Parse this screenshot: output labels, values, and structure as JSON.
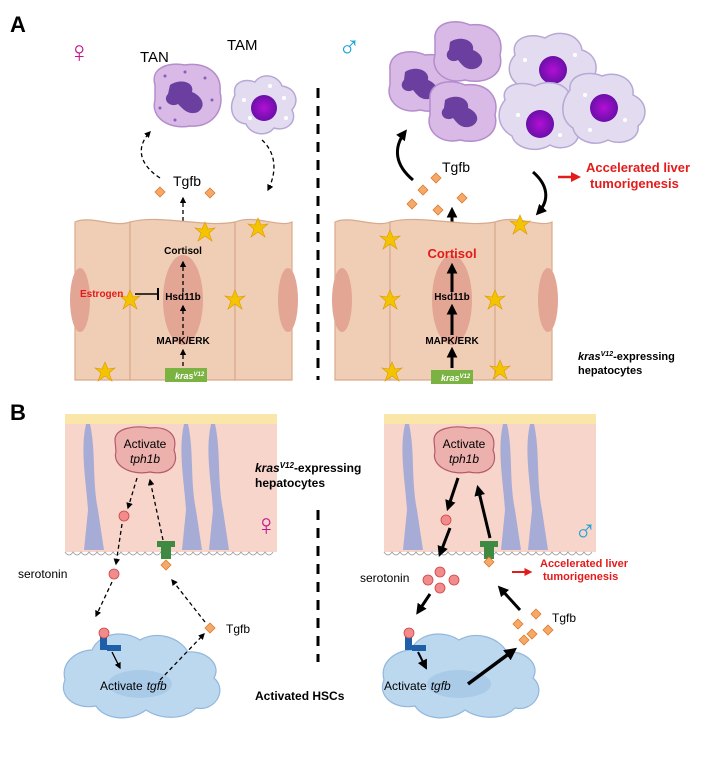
{
  "panel_a": {
    "letter": "A",
    "female_symbol": "♀",
    "male_symbol": "♂",
    "tan_label": "TAN",
    "tam_label": "TAM",
    "tgfb_left": "Tgfb",
    "tgfb_right": "Tgfb",
    "cortisol_left": "Cortisol",
    "cortisol_right": "Cortisol",
    "hsd_left": "Hsd11b",
    "hsd_right": "Hsd11b",
    "mapk_left": "MAPK/ERK",
    "mapk_right": "MAPK/ERK",
    "estrogen": "Estrogen",
    "kras_left": "kras",
    "kras_right": "kras",
    "kras_sup": "V12",
    "accel_line1": "Accelerated liver",
    "accel_line2": "tumorigenesis",
    "hep_line1_italic": "kras",
    "hep_line1_sup": "V12",
    "hep_line1_rest": "-expressing",
    "hep_line2": "hepatocytes"
  },
  "panel_b": {
    "letter": "B",
    "female_symbol": "♀",
    "male_symbol": "♂",
    "activate_left": "Activate",
    "tph_left": "tph1b",
    "activate_right": "Activate",
    "tph_right": "tph1b",
    "serotonin_left": "serotonin",
    "serotonin_right": "serotonin",
    "tgfb_left": "Tgfb",
    "tgfb_right": "Tgfb",
    "activate_tgfb_left": "Activate",
    "tgfb_gene_left": "tgfb",
    "activate_tgfb_right": "Activate",
    "tgfb_gene_right": "tgfb",
    "hep_line1_italic": "kras",
    "hep_line1_sup": "V12",
    "hep_line1_rest": "-expressing",
    "hep_line2": "hepatocytes",
    "hsc_label": "Activated HSCs",
    "accel_line1": "Accelerated liver",
    "accel_line2": "tumorigenesis"
  },
  "colors": {
    "female": "#c2188b",
    "male": "#1aa3d6",
    "red": "#e31b1b",
    "cell_fill": "#f0cdb5",
    "nucleus": "#e3a594",
    "kras_green": "#7ab341",
    "hsc_blue": "#bcd8ef",
    "tgfb_orange": "#f4a968"
  }
}
